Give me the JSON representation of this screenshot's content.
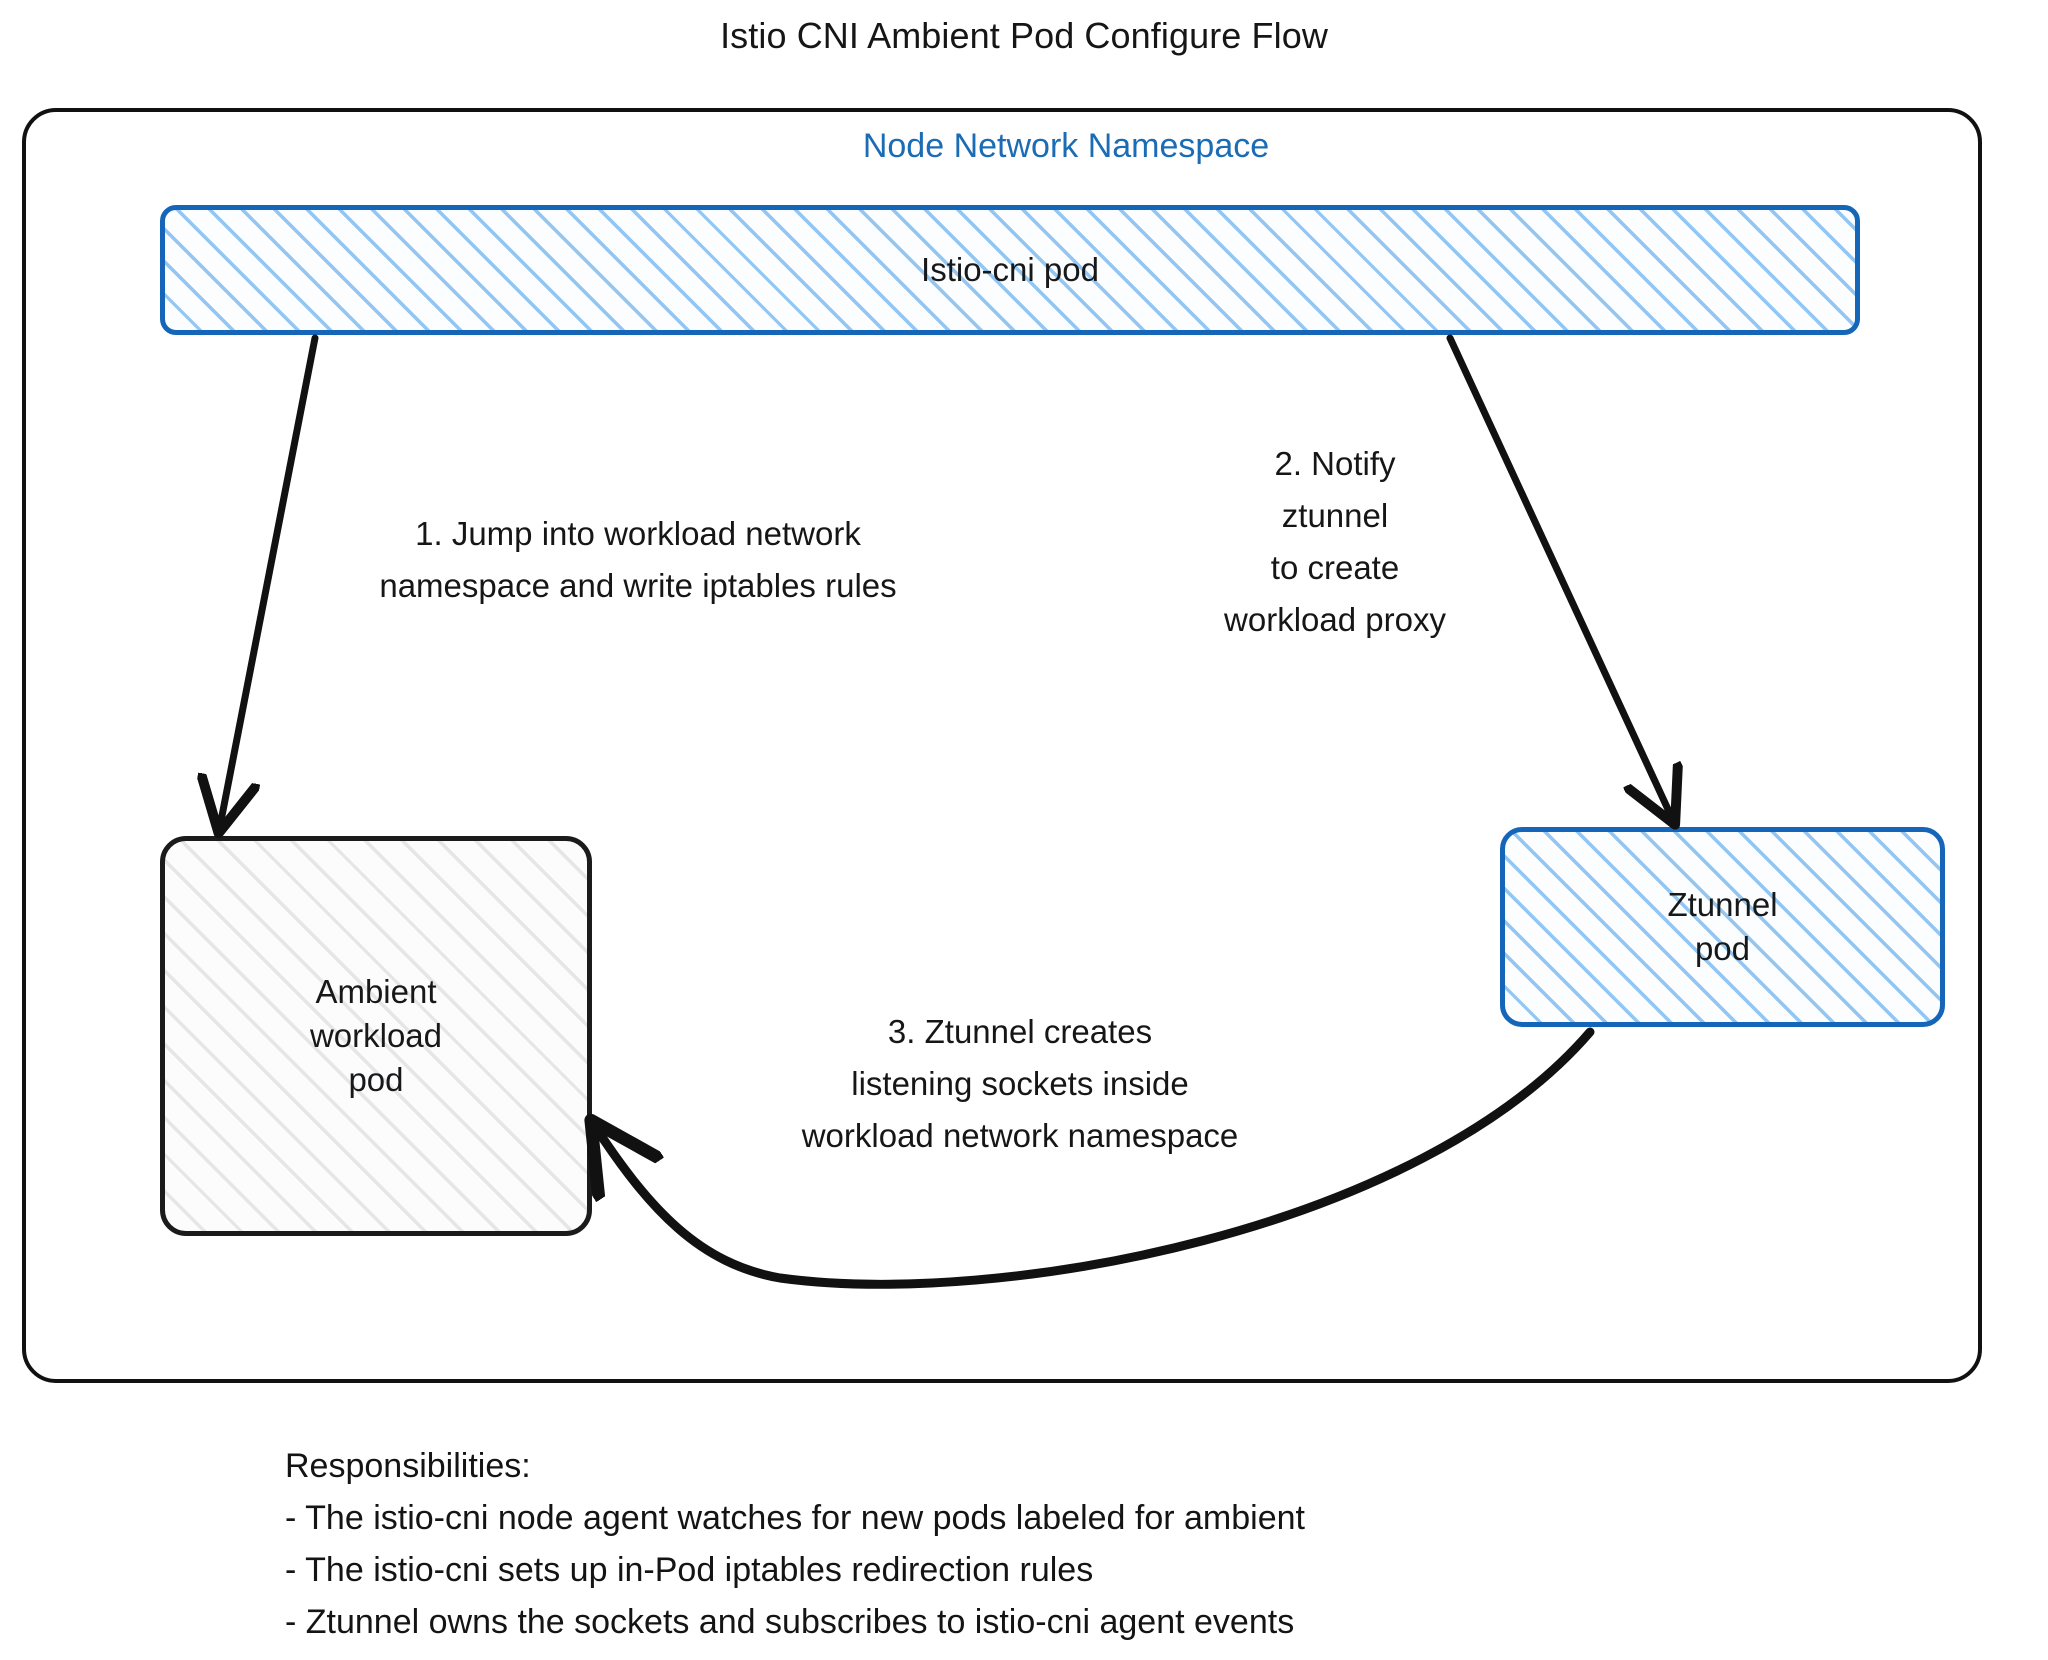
{
  "title": "Istio CNI Ambient Pod Configure Flow",
  "diagram": {
    "container_title": "Node Network Namespace",
    "nodes": [
      {
        "id": "istio-cni-pod",
        "label": "Istio-cni pod",
        "style": "blue-hatched"
      },
      {
        "id": "ambient-workload-pod",
        "label": "Ambient\nworkload\npod",
        "style": "grey-hatched"
      },
      {
        "id": "ztunnel-pod",
        "label": "Ztunnel\npod",
        "style": "blue-hatched"
      }
    ],
    "edges": [
      {
        "id": "step-1",
        "from": "istio-cni-pod",
        "to": "ambient-workload-pod",
        "label": "1. Jump into workload network\nnamespace and write iptables rules"
      },
      {
        "id": "step-2",
        "from": "istio-cni-pod",
        "to": "ztunnel-pod",
        "label": "2. Notify\nztunnel\nto create\nworkload proxy"
      },
      {
        "id": "step-3",
        "from": "ztunnel-pod",
        "to": "ambient-workload-pod",
        "label": "3. Ztunnel creates\nlistening sockets inside\nworkload network namespace"
      }
    ]
  },
  "responsibilities": {
    "heading": "Responsibilities:",
    "items": [
      "- The istio-cni node agent watches for new pods labeled for ambient",
      "- The istio-cni sets up in-Pod iptables redirection rules",
      "- Ztunnel owns the sockets and subscribes to istio-cni agent events"
    ]
  },
  "colors": {
    "accent_blue": "#1b6cb5",
    "pod_border_blue": "#1566b8",
    "hatch_blue": "#93c6f2",
    "hatch_grey": "#e6e6e6",
    "ink": "#141414"
  }
}
